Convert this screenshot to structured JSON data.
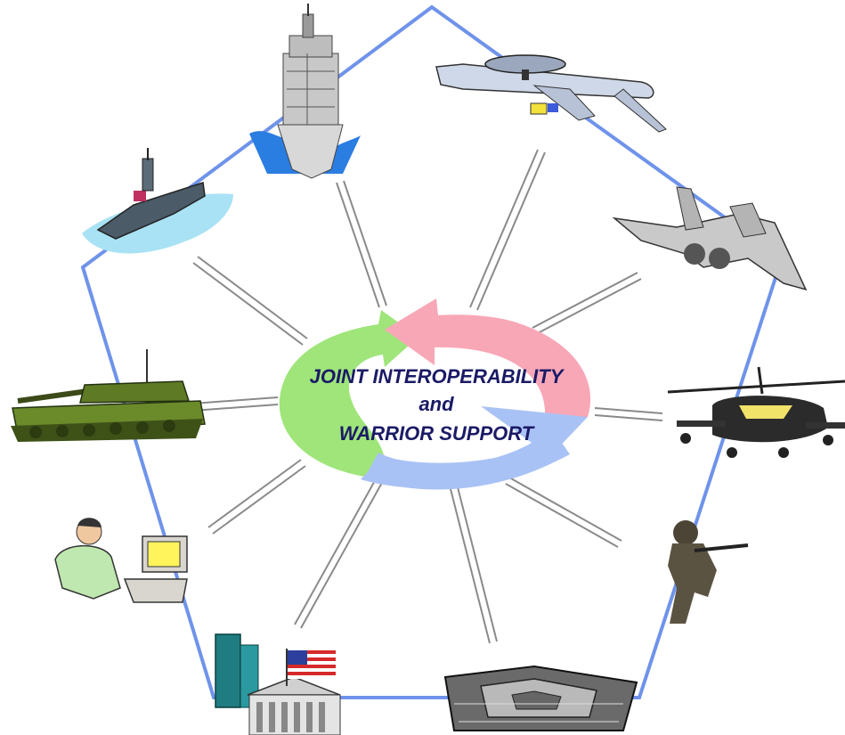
{
  "center": {
    "title_line1": "JOINT INTEROPERABILITY",
    "title_line2": "and",
    "title_line3": "WARRIOR SUPPORT"
  },
  "colors": {
    "pentagon": "#6f93ea",
    "arrow_green": "#9fe57a",
    "arrow_pink": "#f8a7b7",
    "arrow_blue": "#a9c2f5",
    "text": "#1a1a66",
    "connector": "#8a8a8a"
  },
  "nodes": [
    {
      "id": "destroyer",
      "icon": "destroyer-ship-icon"
    },
    {
      "id": "awacs",
      "icon": "awacs-aircraft-icon"
    },
    {
      "id": "fighter",
      "icon": "fighter-jet-icon"
    },
    {
      "id": "helicopter",
      "icon": "attack-helicopter-icon"
    },
    {
      "id": "soldier",
      "icon": "soldier-icon"
    },
    {
      "id": "pentagon",
      "icon": "pentagon-building-icon"
    },
    {
      "id": "government",
      "icon": "government-building-icon"
    },
    {
      "id": "operator",
      "icon": "computer-operator-icon"
    },
    {
      "id": "tank",
      "icon": "tank-icon"
    },
    {
      "id": "carrier",
      "icon": "aircraft-carrier-icon"
    }
  ]
}
